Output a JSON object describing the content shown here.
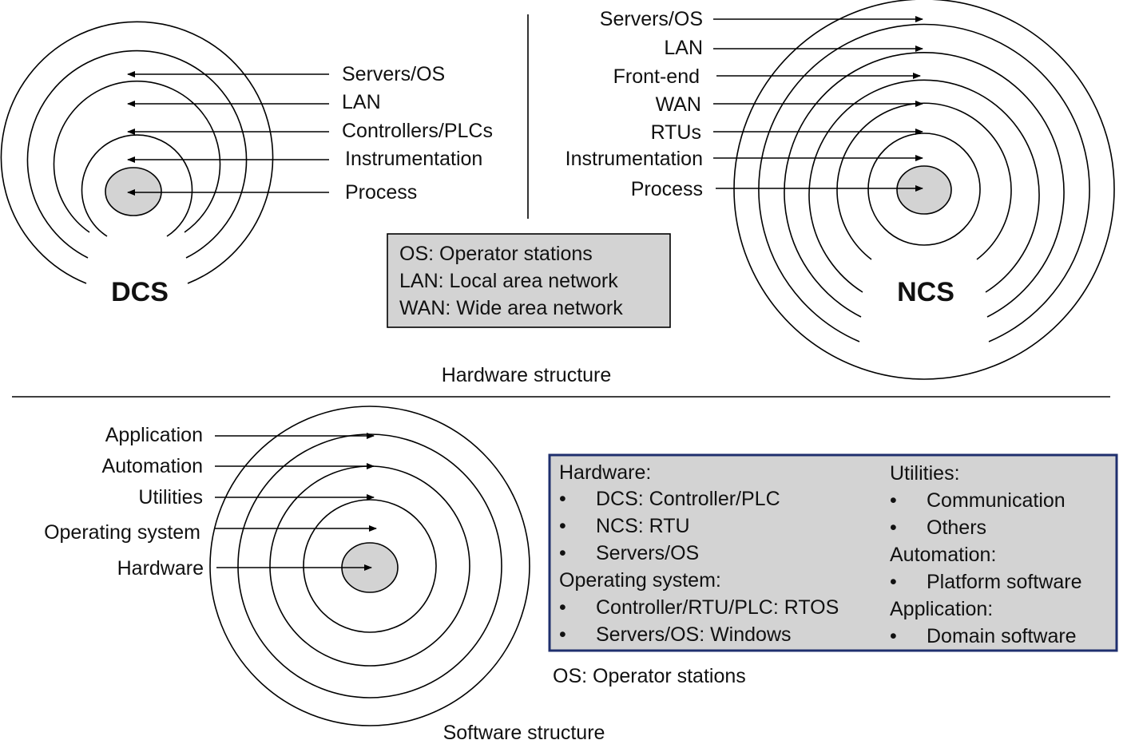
{
  "colors": {
    "core_fill": "#d3d3d3",
    "box_fill": "#d3d3d3",
    "legend_border": "#1f2f6e"
  },
  "hardware": {
    "caption": "Hardware structure",
    "dcs": {
      "title": "DCS",
      "layers": [
        "Servers/OS",
        "LAN",
        "Controllers/PLCs",
        "Instrumentation",
        "Process"
      ]
    },
    "ncs": {
      "title": "NCS",
      "layers": [
        "Servers/OS",
        "LAN",
        "Front-end",
        "WAN",
        "RTUs",
        "Instrumentation",
        "Process"
      ]
    },
    "abbrev": [
      "OS: Operator stations",
      "LAN: Local area network",
      "WAN: Wide area network"
    ]
  },
  "software": {
    "caption": "Software structure",
    "layers": [
      "Application",
      "Automation",
      "Utilities",
      "Operating system",
      "Hardware"
    ],
    "legend": {
      "left": {
        "hardware_heading": "Hardware:",
        "hardware_items": [
          "DCS: Controller/PLC",
          "NCS: RTU",
          "Servers/OS"
        ],
        "os_heading": "Operating system:",
        "os_items": [
          "Controller/RTU/PLC: RTOS",
          "Servers/OS: Windows"
        ]
      },
      "right": {
        "utilities_heading": "Utilities:",
        "utilities_items": [
          "Communication",
          "Others"
        ],
        "automation_heading": "Automation:",
        "automation_items": [
          "Platform software"
        ],
        "application_heading": "Application:",
        "application_items": [
          "Domain software"
        ]
      },
      "bullet": "•"
    },
    "note": "OS: Operator stations"
  }
}
